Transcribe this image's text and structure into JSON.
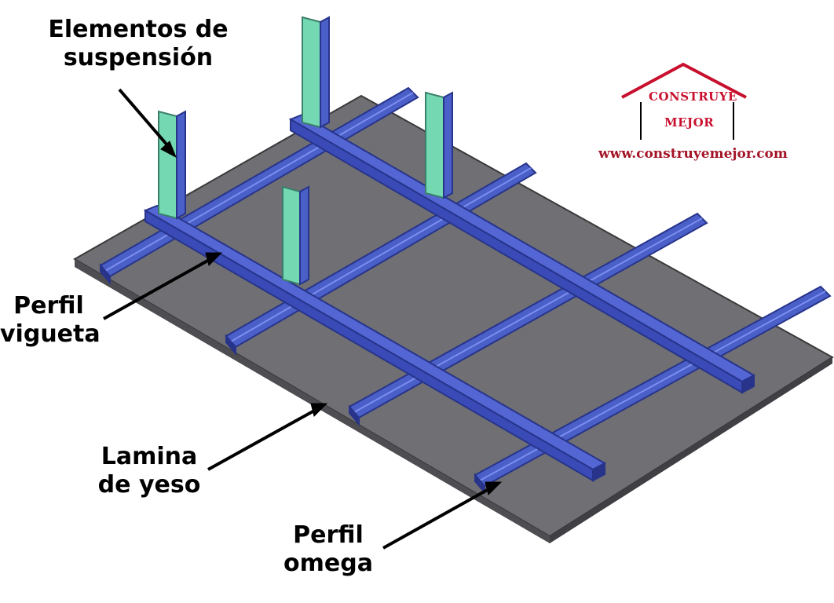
{
  "labels": {
    "suspension": [
      "Elementos de",
      "suspensión"
    ],
    "vigueta": [
      "Perfil",
      "vigueta"
    ],
    "lamina": [
      "Lamina",
      "de yeso"
    ],
    "omega": [
      "Perfil",
      "omega"
    ]
  },
  "logo": {
    "line1": "CONSTRUYE",
    "line2": "MEJOR",
    "url": "www.construyemejor.com"
  },
  "colors": {
    "board": "#6f6f74",
    "board_edge": "#3a3a3a",
    "profile": "#4a5fc8",
    "profile_dark": "#27348a",
    "hanger": "#74d9b3",
    "hanger_edge": "#3a7f6a",
    "logo_red": "#c8102e"
  }
}
